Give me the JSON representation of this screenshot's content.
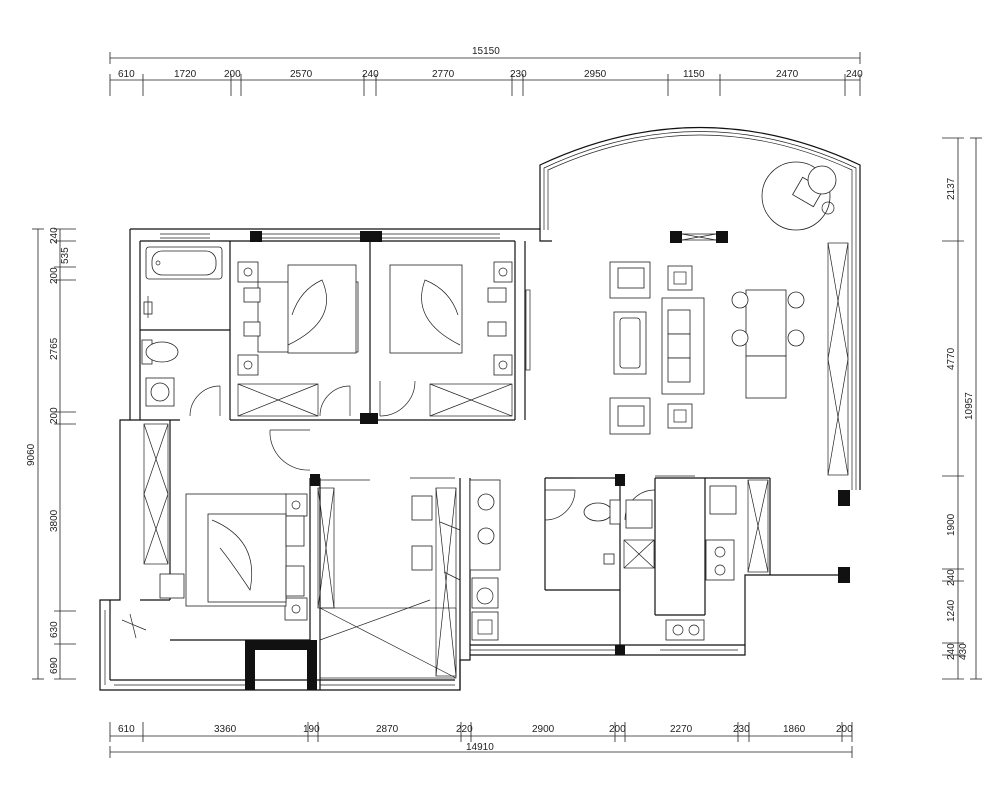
{
  "top": {
    "overall": "15150",
    "segments": [
      "610",
      "1720",
      "200",
      "2570",
      "240",
      "2770",
      "230",
      "2950",
      "1150",
      "2470",
      "240"
    ]
  },
  "bottom": {
    "overall": "14910",
    "segments": [
      "610",
      "3360",
      "190",
      "2870",
      "220",
      "2900",
      "200",
      "2270",
      "230",
      "1860",
      "200"
    ]
  },
  "left": {
    "overall": "9060",
    "segments": [
      "240",
      "535",
      "200",
      "2765",
      "200",
      "3800",
      "630",
      "690"
    ]
  },
  "right": {
    "overall": "10957",
    "segments": [
      "2137",
      "4770",
      "1900",
      "240",
      "1240",
      "240",
      "430"
    ]
  }
}
